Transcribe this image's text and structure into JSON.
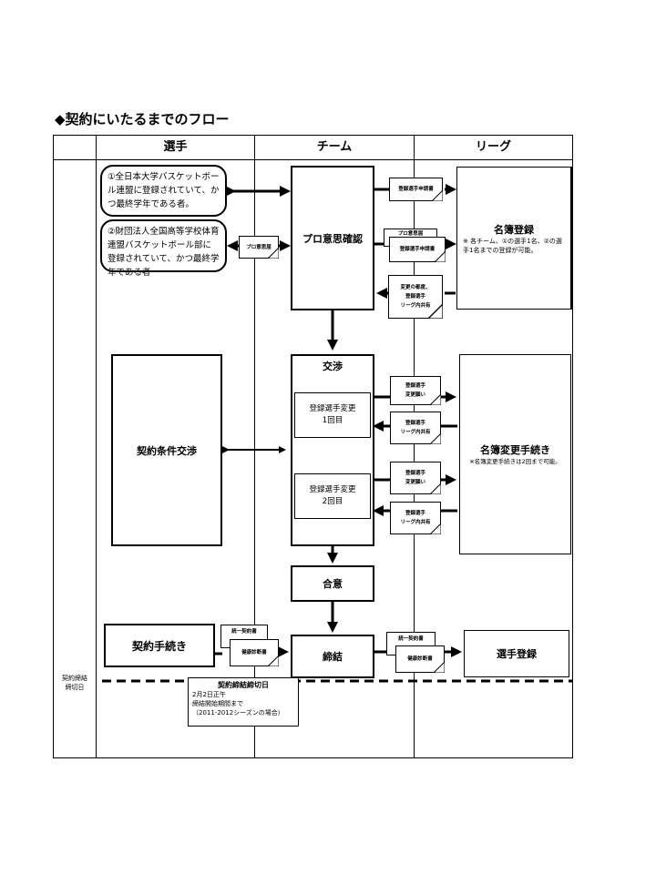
{
  "title": "◆契約にいたるまでのフロー",
  "columns": {
    "player": "選手",
    "team": "チーム",
    "league": "リーグ"
  },
  "row_label": "契約締結\n締切日",
  "player_boxes": {
    "eligibility_1": "①全日本大学バスケットボール連盟に登録されていて、かつ最終学年である者。",
    "eligibility_2": "②財団法人全国高等学校体育連盟バスケットボール部に登録されていて、かつ最終学年である者",
    "negotiation": "契約条件交渉",
    "contract_procedure": "契約手続き"
  },
  "team_boxes": {
    "pro_intent": "プロ意思確認",
    "negotiation": "交渉",
    "change_1_line1": "登録選手変更",
    "change_1_line2": "1回目",
    "change_2_line1": "登録選手変更",
    "change_2_line2": "2回目",
    "agreement": "合意",
    "conclusion": "締結"
  },
  "league_boxes": {
    "roster_registration": "名簿登録",
    "roster_note": "※ 各チーム、①の選手1名、②の選手1名までの登録が可能。",
    "roster_change": "名簿変更手続き",
    "roster_change_note": "※名簿変更手続きは2回まで可能。",
    "player_registration": "選手登録"
  },
  "documents": {
    "pro_intent_form": "プロ意思届",
    "registration_application": "登録選手申請書",
    "pro_intent_form_2": "プロ意思届",
    "registration_application_2": "登録選手申請書",
    "change_share_line1": "変更の都度、",
    "change_share_line2": "登録選手",
    "change_share_line3": "リーグ内共有",
    "change_request_1_line1": "登録選手",
    "change_request_1_line2": "変更願い",
    "share_1_line1": "登録選手",
    "share_1_line2": "リーグ内共有",
    "change_request_2_line1": "登録選手",
    "change_request_2_line2": "変更願い",
    "share_2_line1": "登録選手",
    "share_2_line2": "リーグ内共有",
    "unified_contract": "統一契約書",
    "health_certificate": "健康診断書",
    "unified_contract_2": "統一契約書",
    "health_certificate_2": "健康診断書"
  },
  "deadline_callout": {
    "heading": "契約締結締切日",
    "line1": "2月2日正午",
    "line2": "締結開始期間まで",
    "line3": "（2011-2012シーズンの場合）"
  }
}
